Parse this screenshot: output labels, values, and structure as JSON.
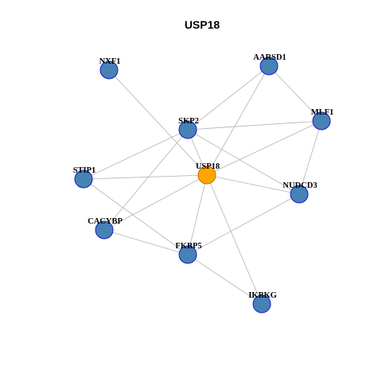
{
  "title": "USP18",
  "colors": {
    "background": "#ffffff",
    "edge": "#b3b3b3",
    "node_fill": "#4682b4",
    "node_stroke": "#1a1acd",
    "center_fill": "#ffa500",
    "center_stroke": "#b87400",
    "label": "#000000"
  },
  "nodes": [
    {
      "id": "USP18",
      "label": "USP18",
      "center": true
    },
    {
      "id": "NXF1",
      "label": "NXF1"
    },
    {
      "id": "AARSD1",
      "label": "AARSD1"
    },
    {
      "id": "SKP2",
      "label": "SKP2"
    },
    {
      "id": "MLF1",
      "label": "MLF1"
    },
    {
      "id": "STIP1",
      "label": "STIP1"
    },
    {
      "id": "NUDCD3",
      "label": "NUDCD3"
    },
    {
      "id": "CACYBP",
      "label": "CACYBP"
    },
    {
      "id": "FKBP5",
      "label": "FKBP5"
    },
    {
      "id": "IKBKG",
      "label": "IKBKG"
    }
  ],
  "edges": [
    [
      "NXF1",
      "USP18"
    ],
    [
      "AARSD1",
      "SKP2"
    ],
    [
      "AARSD1",
      "MLF1"
    ],
    [
      "AARSD1",
      "USP18"
    ],
    [
      "SKP2",
      "MLF1"
    ],
    [
      "SKP2",
      "STIP1"
    ],
    [
      "SKP2",
      "USP18"
    ],
    [
      "SKP2",
      "NUDCD3"
    ],
    [
      "SKP2",
      "CACYBP"
    ],
    [
      "MLF1",
      "USP18"
    ],
    [
      "MLF1",
      "NUDCD3"
    ],
    [
      "STIP1",
      "USP18"
    ],
    [
      "STIP1",
      "FKBP5"
    ],
    [
      "USP18",
      "NUDCD3"
    ],
    [
      "USP18",
      "CACYBP"
    ],
    [
      "USP18",
      "FKBP5"
    ],
    [
      "USP18",
      "IKBKG"
    ],
    [
      "NUDCD3",
      "FKBP5"
    ],
    [
      "CACYBP",
      "FKBP5"
    ],
    [
      "FKBP5",
      "IKBKG"
    ]
  ]
}
